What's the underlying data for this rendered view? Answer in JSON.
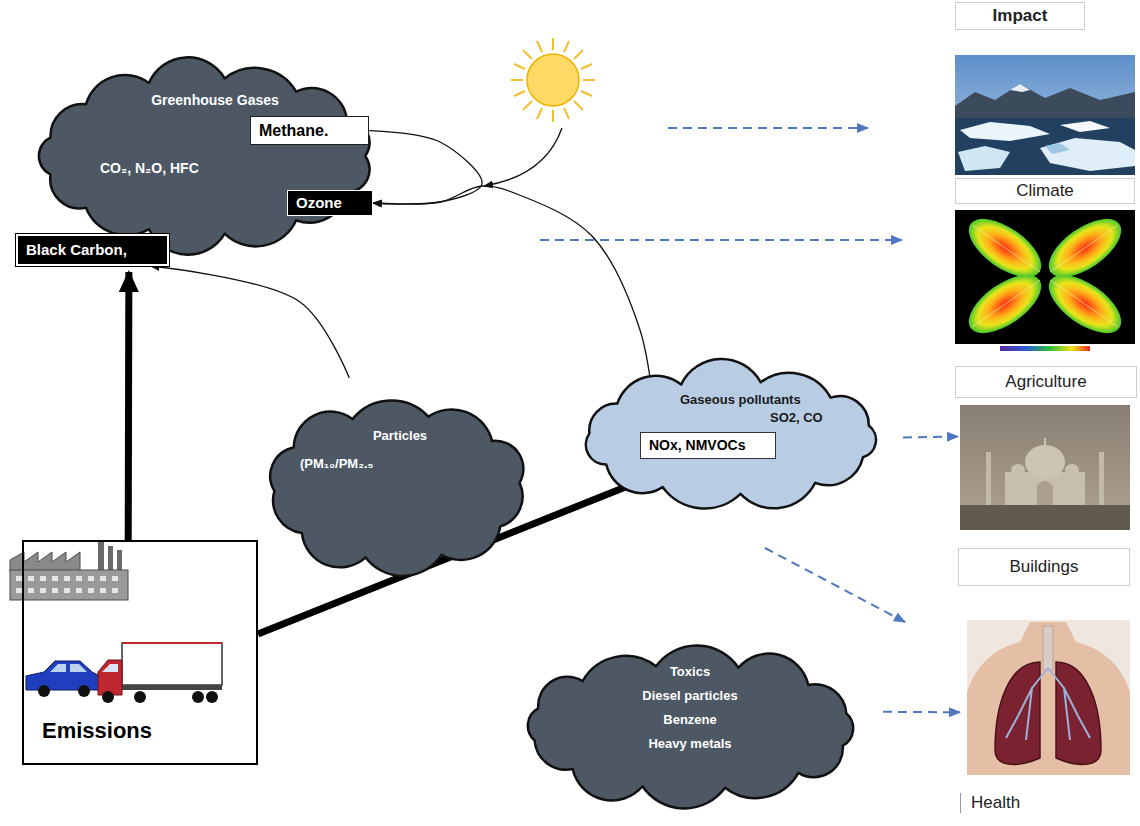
{
  "diagram": {
    "nodes": [
      {
        "text": [
          "Greenhouse Gases",
          "CO₂, N₂O, HFC"
        ]
      },
      {
        "text": [
          "Methane."
        ],
        "in": 0
      },
      {
        "text": [
          "Ozone"
        ],
        "in": 0
      },
      {
        "text": [
          "Black Carbon,"
        ],
        "in": 0
      },
      {
        "text": [
          "Particles",
          "(PM₁₀/PM₂.₅"
        ]
      },
      {
        "text": [
          "Gaseous pollutants",
          "SO2, CO"
        ]
      },
      {
        "text": [
          "NOx, NMVOCs"
        ],
        "in": 5
      },
      {
        "text": [
          "Emissions"
        ]
      },
      {
        "text": [
          "Toxics",
          "Diesel particles",
          "Benzene",
          "Heavy metals"
        ]
      },
      {
        "text": [
          "Impact"
        ]
      },
      {
        "text": [
          "Climate"
        ]
      },
      {
        "text": [
          "Agriculture"
        ]
      },
      {
        "text": [
          "Buildings"
        ]
      },
      {
        "text": [
          "Health"
        ]
      }
    ],
    "edges": [
      {
        "from": 7,
        "to": 0,
        "arrow": "to"
      },
      {
        "from": 4,
        "to": 3,
        "arrow": "to"
      },
      {
        "from": 1,
        "to": 2,
        "arrow": "to"
      },
      {
        "from": 6,
        "to": 2,
        "arrow": "to"
      },
      {
        "from": 5,
        "to": 12,
        "arrow": "to"
      },
      {
        "from": 8,
        "to": 13,
        "arrow": "to"
      }
    ]
  }
}
